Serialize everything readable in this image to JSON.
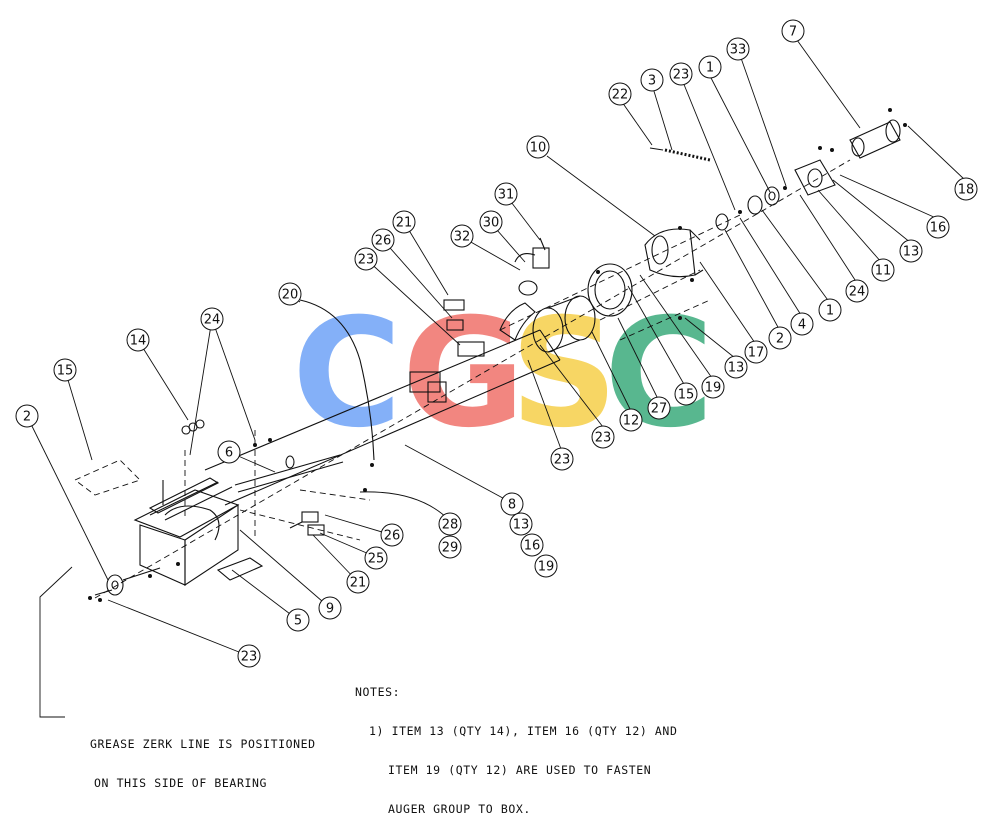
{
  "watermark": {
    "letters": [
      {
        "char": "C",
        "color": "#6fa3f7"
      },
      {
        "char": "G",
        "color": "#f0726b"
      },
      {
        "char": "S",
        "color": "#f6cf49"
      },
      {
        "char": "C",
        "color": "#3bab7c"
      }
    ]
  },
  "callouts": [
    {
      "id": "c-7",
      "label": "7"
    },
    {
      "id": "c-33",
      "label": "33"
    },
    {
      "id": "c-1a",
      "label": "1"
    },
    {
      "id": "c-23a",
      "label": "23"
    },
    {
      "id": "c-3",
      "label": "3"
    },
    {
      "id": "c-22",
      "label": "22"
    },
    {
      "id": "c-10",
      "label": "10"
    },
    {
      "id": "c-18",
      "label": "18"
    },
    {
      "id": "c-16a",
      "label": "16"
    },
    {
      "id": "c-13a",
      "label": "13"
    },
    {
      "id": "c-11",
      "label": "11"
    },
    {
      "id": "c-24a",
      "label": "24"
    },
    {
      "id": "c-1b",
      "label": "1"
    },
    {
      "id": "c-4",
      "label": "4"
    },
    {
      "id": "c-2a",
      "label": "2"
    },
    {
      "id": "c-17",
      "label": "17"
    },
    {
      "id": "c-13b",
      "label": "13"
    },
    {
      "id": "c-19a",
      "label": "19"
    },
    {
      "id": "c-15a",
      "label": "15"
    },
    {
      "id": "c-27",
      "label": "27"
    },
    {
      "id": "c-12",
      "label": "12"
    },
    {
      "id": "c-23b",
      "label": "23"
    },
    {
      "id": "c-23c",
      "label": "23"
    },
    {
      "id": "c-31",
      "label": "31"
    },
    {
      "id": "c-30",
      "label": "30"
    },
    {
      "id": "c-32",
      "label": "32"
    },
    {
      "id": "c-21a",
      "label": "21"
    },
    {
      "id": "c-26a",
      "label": "26"
    },
    {
      "id": "c-23d",
      "label": "23"
    },
    {
      "id": "c-20",
      "label": "20"
    },
    {
      "id": "c-24b",
      "label": "24"
    },
    {
      "id": "c-14",
      "label": "14"
    },
    {
      "id": "c-15b",
      "label": "15"
    },
    {
      "id": "c-2b",
      "label": "2"
    },
    {
      "id": "c-6",
      "label": "6"
    },
    {
      "id": "c-8",
      "label": "8"
    },
    {
      "id": "c-13c",
      "label": "13"
    },
    {
      "id": "c-16b",
      "label": "16"
    },
    {
      "id": "c-19b",
      "label": "19"
    },
    {
      "id": "c-28",
      "label": "28"
    },
    {
      "id": "c-29",
      "label": "29"
    },
    {
      "id": "c-26b",
      "label": "26"
    },
    {
      "id": "c-25",
      "label": "25"
    },
    {
      "id": "c-21b",
      "label": "21"
    },
    {
      "id": "c-9",
      "label": "9"
    },
    {
      "id": "c-5",
      "label": "5"
    },
    {
      "id": "c-23e",
      "label": "23"
    }
  ],
  "notes": {
    "heading": "NOTES:",
    "line1": "1) ITEM 13 (QTY 14), ITEM 16 (QTY 12) AND",
    "line2": "ITEM 19 (QTY 12) ARE USED TO FASTEN",
    "line3": "AUGER GROUP TO BOX."
  },
  "grease_note": {
    "line1": "GREASE ZERK LINE IS POSITIONED",
    "line2": "ON THIS SIDE OF BEARING"
  }
}
